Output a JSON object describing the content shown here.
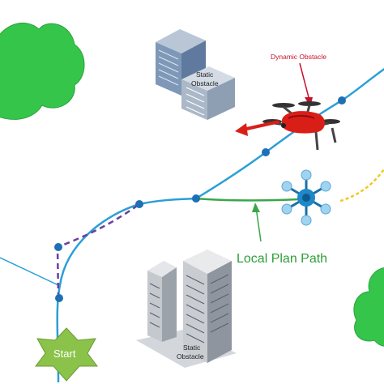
{
  "labels": {
    "dynamic_obstacle": "Dynamic Obstacle",
    "static_obstacle_top_line1": "Static",
    "static_obstacle_top_line2": "Obstacle",
    "static_obstacle_bottom_line1": "Static",
    "static_obstacle_bottom_line2": "Obstacle",
    "local_plan_path": "Local Plan Path",
    "start": "Start"
  },
  "colors": {
    "global_path": "#2a9fd6",
    "waypoint": "#1f6fb5",
    "local_path": "#3aa64a",
    "dynamic_arrow": "#d91e18",
    "alt_path": "#6b3fa0",
    "tree": "#35c54a",
    "start_marker": "#8bc34a",
    "yellow_path": "#f2c81c"
  },
  "icons": {
    "tree_left": "tree-icon",
    "tree_right": "tree-icon",
    "building_top": "building-icon",
    "building_bottom": "building-icon",
    "dynamic_drone": "red-drone-icon",
    "planning_drone": "blue-drone-icon",
    "start_marker": "star-icon"
  }
}
